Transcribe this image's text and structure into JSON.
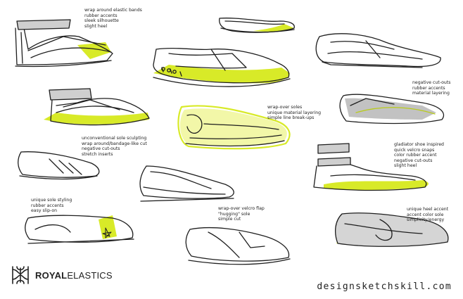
{
  "colors": {
    "ink": "#1e1e1e",
    "accent": "#d8ea28",
    "grey": "#9a9a9a",
    "background": "#ffffff"
  },
  "brand": {
    "logo_icon": "royal-elastics-crown-logo",
    "name_bold": "ROYAL",
    "name_light": "ELASTICS"
  },
  "website": "designsketchskill.com",
  "notes": [
    {
      "id": "n1",
      "lines": [
        "wrap around elastic bands",
        "rubber accents",
        "sleek silhouette",
        "slight heel"
      ]
    },
    {
      "id": "n2",
      "lines": [
        "wrap-over soles",
        "unique material layering",
        "simple line break-ups"
      ]
    },
    {
      "id": "n3",
      "lines": [
        "negative cut-outs",
        "rubber accents",
        "material layering"
      ]
    },
    {
      "id": "n4",
      "lines": [
        "unconventional sole sculpting",
        "wrap around/bandage-like cut",
        "negative cut-outs",
        "stretch inserts"
      ]
    },
    {
      "id": "n5",
      "lines": [
        "gladiator shoe inspired",
        "quick velcro snaps",
        "color rubber accent",
        "negative cut-outs",
        "slight heel"
      ]
    },
    {
      "id": "n6",
      "lines": [
        "unique sole styling",
        "rubber accents",
        "easy slip-on"
      ]
    },
    {
      "id": "n7",
      "lines": [
        "wrap-over velcro flap",
        "\"hugging\" sole",
        "simple cut"
      ]
    },
    {
      "id": "n8",
      "lines": [
        "unique heel accent",
        "accent color sole",
        "simplicity/energy"
      ]
    }
  ]
}
